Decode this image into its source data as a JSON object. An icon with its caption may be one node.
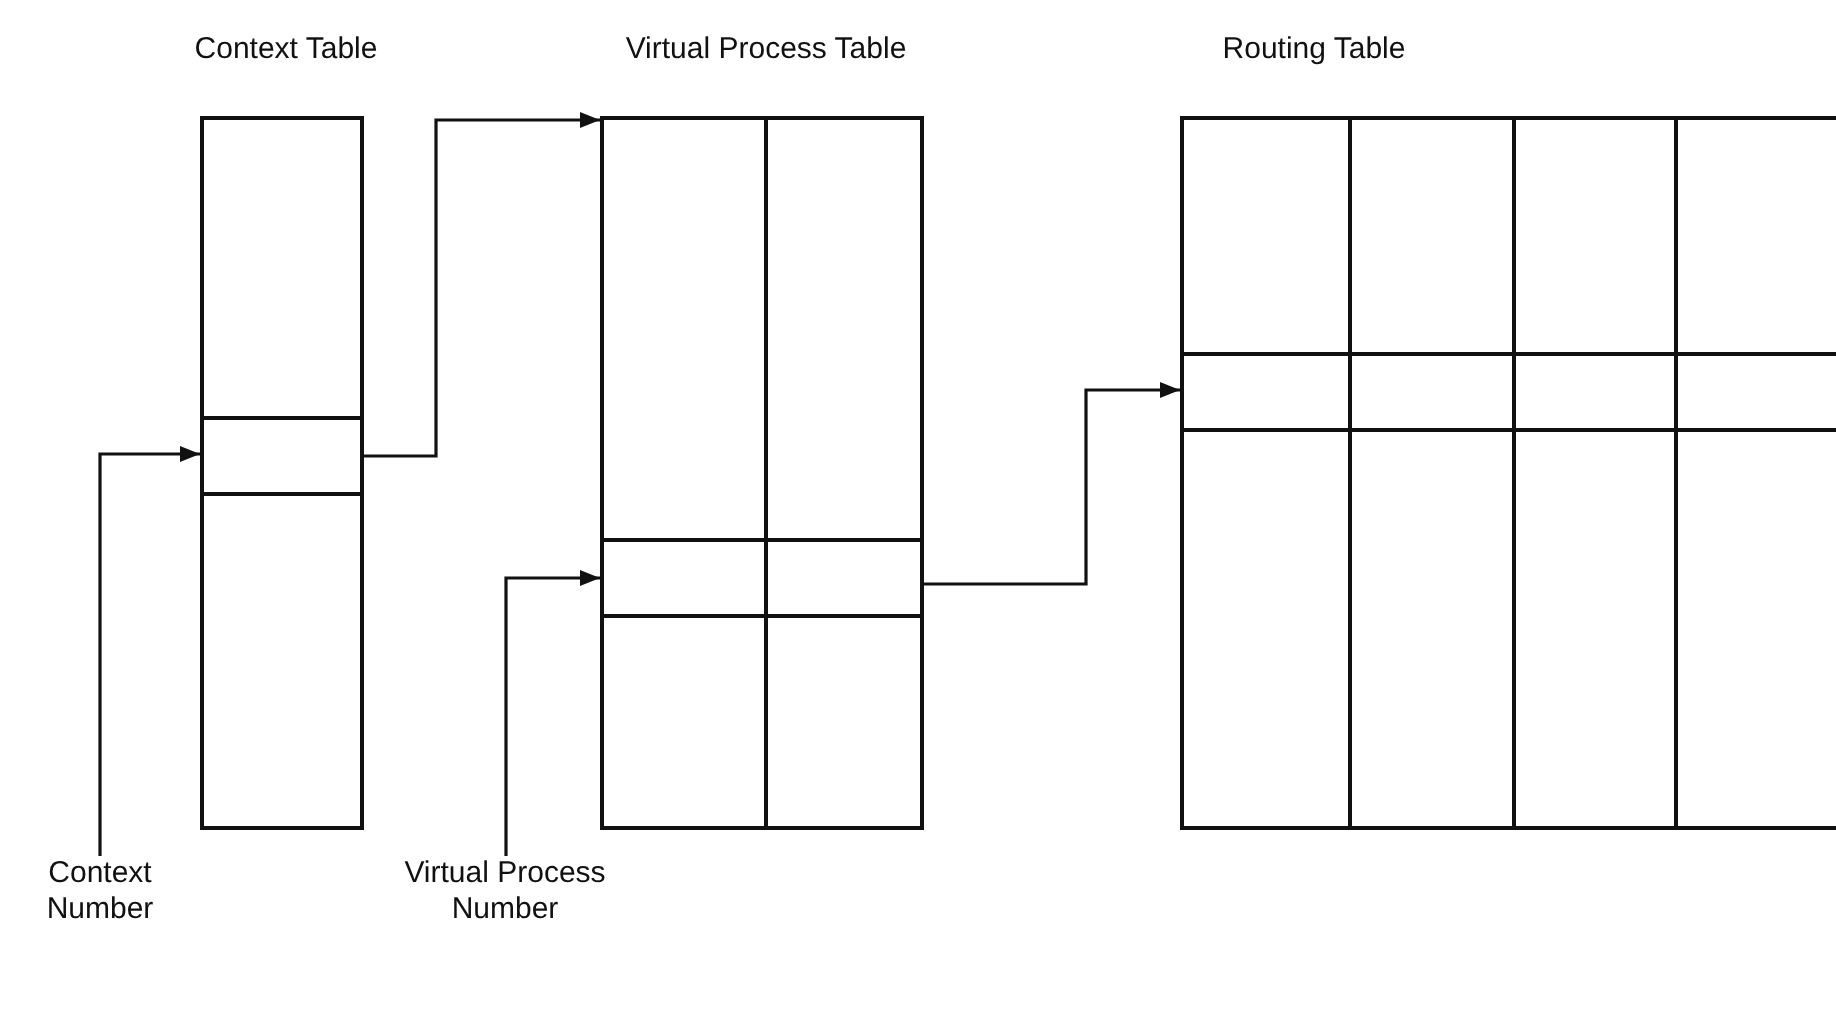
{
  "diagram": {
    "nodes": [
      {
        "text": [
          "Context Table"
        ]
      },
      {
        "text": [],
        "shape": "box",
        "in": 0
      },
      {
        "text": [
          "Virtual Process Table"
        ]
      },
      {
        "text": [],
        "shape": "box",
        "in": 2
      },
      {
        "text": [
          "Routing Table"
        ]
      },
      {
        "text": [],
        "shape": "box",
        "in": 4
      },
      {
        "text": [
          "Context Number"
        ]
      },
      {
        "text": [
          "Virtual Process Number"
        ]
      }
    ],
    "edges": [
      {
        "from": 6,
        "to": 1,
        "arrow": "to"
      },
      {
        "from": 1,
        "to": 2,
        "arrow": "to"
      },
      {
        "from": 7,
        "to": 3,
        "arrow": "to"
      },
      {
        "from": 3,
        "to": 5,
        "arrow": "to"
      }
    ]
  }
}
